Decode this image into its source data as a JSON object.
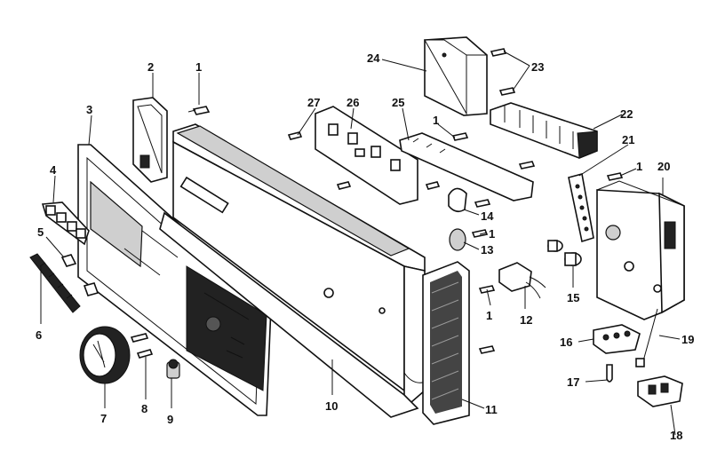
{
  "diagram": {
    "callouts": [
      {
        "id": "c1a",
        "text": "1"
      },
      {
        "id": "c2",
        "text": "2"
      },
      {
        "id": "c3",
        "text": "3"
      },
      {
        "id": "c4",
        "text": "4"
      },
      {
        "id": "c5",
        "text": "5"
      },
      {
        "id": "c6",
        "text": "6"
      },
      {
        "id": "c7",
        "text": "7"
      },
      {
        "id": "c8",
        "text": "8"
      },
      {
        "id": "c9",
        "text": "9"
      },
      {
        "id": "c10",
        "text": "10"
      },
      {
        "id": "c11",
        "text": "11"
      },
      {
        "id": "c12",
        "text": "12"
      },
      {
        "id": "c13",
        "text": "13"
      },
      {
        "id": "c14",
        "text": "14"
      },
      {
        "id": "c15",
        "text": "15"
      },
      {
        "id": "c16",
        "text": "16"
      },
      {
        "id": "c17",
        "text": "17"
      },
      {
        "id": "c18",
        "text": "18"
      },
      {
        "id": "c19",
        "text": "19"
      },
      {
        "id": "c20",
        "text": "20"
      },
      {
        "id": "c21",
        "text": "21"
      },
      {
        "id": "c22",
        "text": "22"
      },
      {
        "id": "c23",
        "text": "23"
      },
      {
        "id": "c24",
        "text": "24"
      },
      {
        "id": "c25",
        "text": "25"
      },
      {
        "id": "c26",
        "text": "26"
      },
      {
        "id": "c27",
        "text": "27"
      },
      {
        "id": "c1b",
        "text": "1"
      },
      {
        "id": "c1c",
        "text": "1"
      },
      {
        "id": "c1d",
        "text": "1"
      },
      {
        "id": "c1e",
        "text": "1"
      },
      {
        "id": "c1f",
        "text": "1"
      }
    ]
  }
}
